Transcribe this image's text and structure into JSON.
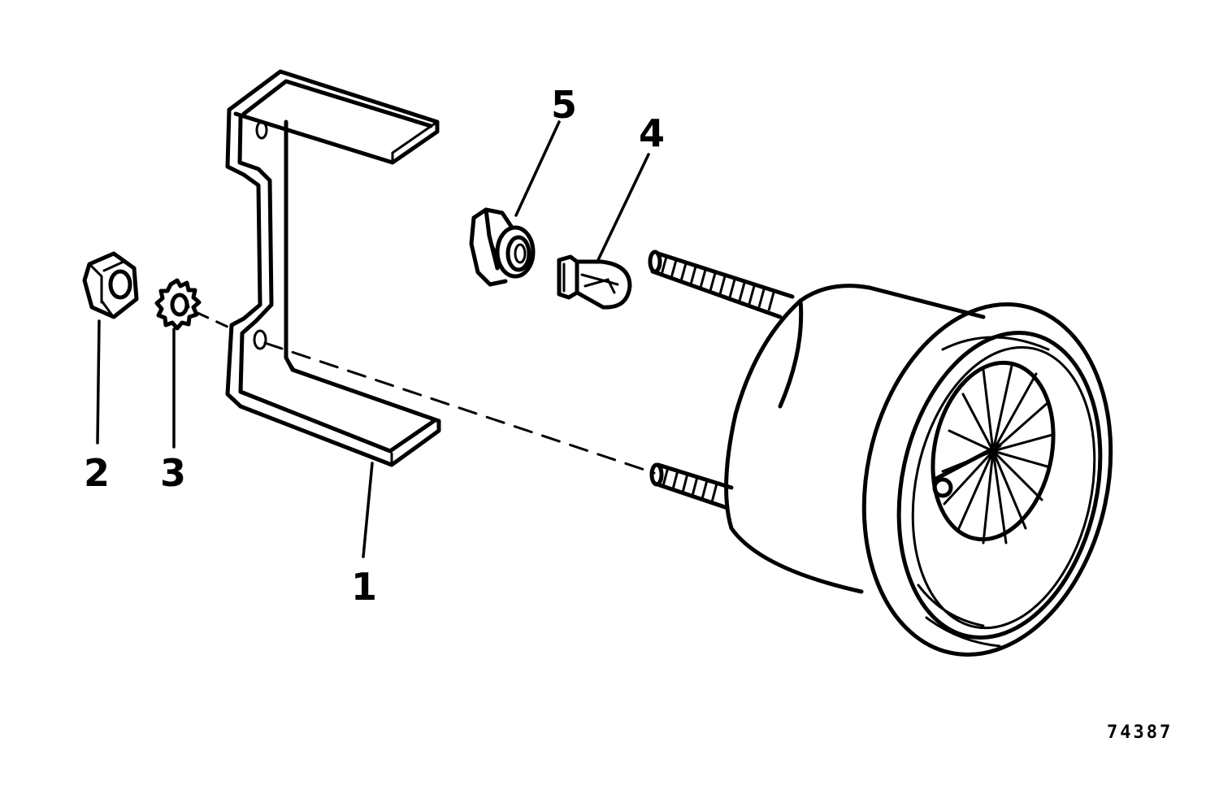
{
  "callouts": {
    "part_1": "1",
    "part_2": "2",
    "part_3": "3",
    "part_4": "4",
    "part_5": "5"
  },
  "figure_number": "74387",
  "colors": {
    "ink": "#000000",
    "paper": "#ffffff"
  }
}
